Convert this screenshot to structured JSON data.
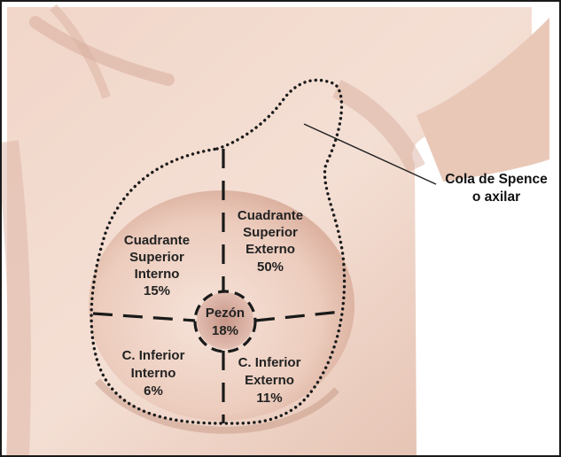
{
  "figure": {
    "colors": {
      "skin_light": "#f3ddd2",
      "skin_mid": "#e7c3b3",
      "skin_shadow": "#c9998a",
      "areola": "#b98a7e",
      "outline": "#1a1a1a",
      "text": "#222222"
    },
    "quadrants": {
      "superior_interno": {
        "line1": "Cuadrante",
        "line2": "Superior",
        "line3": "Interno",
        "percent": "15%"
      },
      "superior_externo": {
        "line1": "Cuadrante",
        "line2": "Superior",
        "line3": "Externo",
        "percent": "50%"
      },
      "inferior_interno": {
        "line1": "C. Inferior",
        "line2": "Interno",
        "percent": "6%"
      },
      "inferior_externo": {
        "line1": "C. Inferior",
        "line2": "Externo",
        "percent": "11%"
      },
      "pezon": {
        "label": "Pezón",
        "percent": "18%"
      }
    },
    "callout": {
      "line1": "Cola de Spence",
      "line2": "o axilar"
    }
  }
}
